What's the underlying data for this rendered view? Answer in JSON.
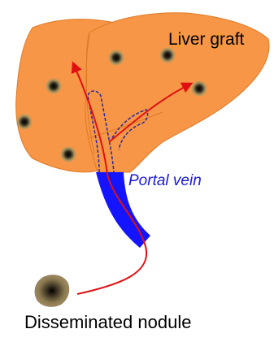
{
  "labels": {
    "graft": "Liver graft",
    "portal": "Portal vein",
    "nodule": "Disseminated nodule"
  },
  "colors": {
    "liver": "#f79646",
    "liver_edge": "#e07a24",
    "portal_vein": "#1414ff",
    "flow_line": "#e01010",
    "nodule": "#8a6a3a",
    "label_portal": "#1a1ad6"
  },
  "icons": [
    "liver-graft-shape",
    "portal-vein-tube",
    "tumor-nodule-dots",
    "flow-arrows"
  ]
}
